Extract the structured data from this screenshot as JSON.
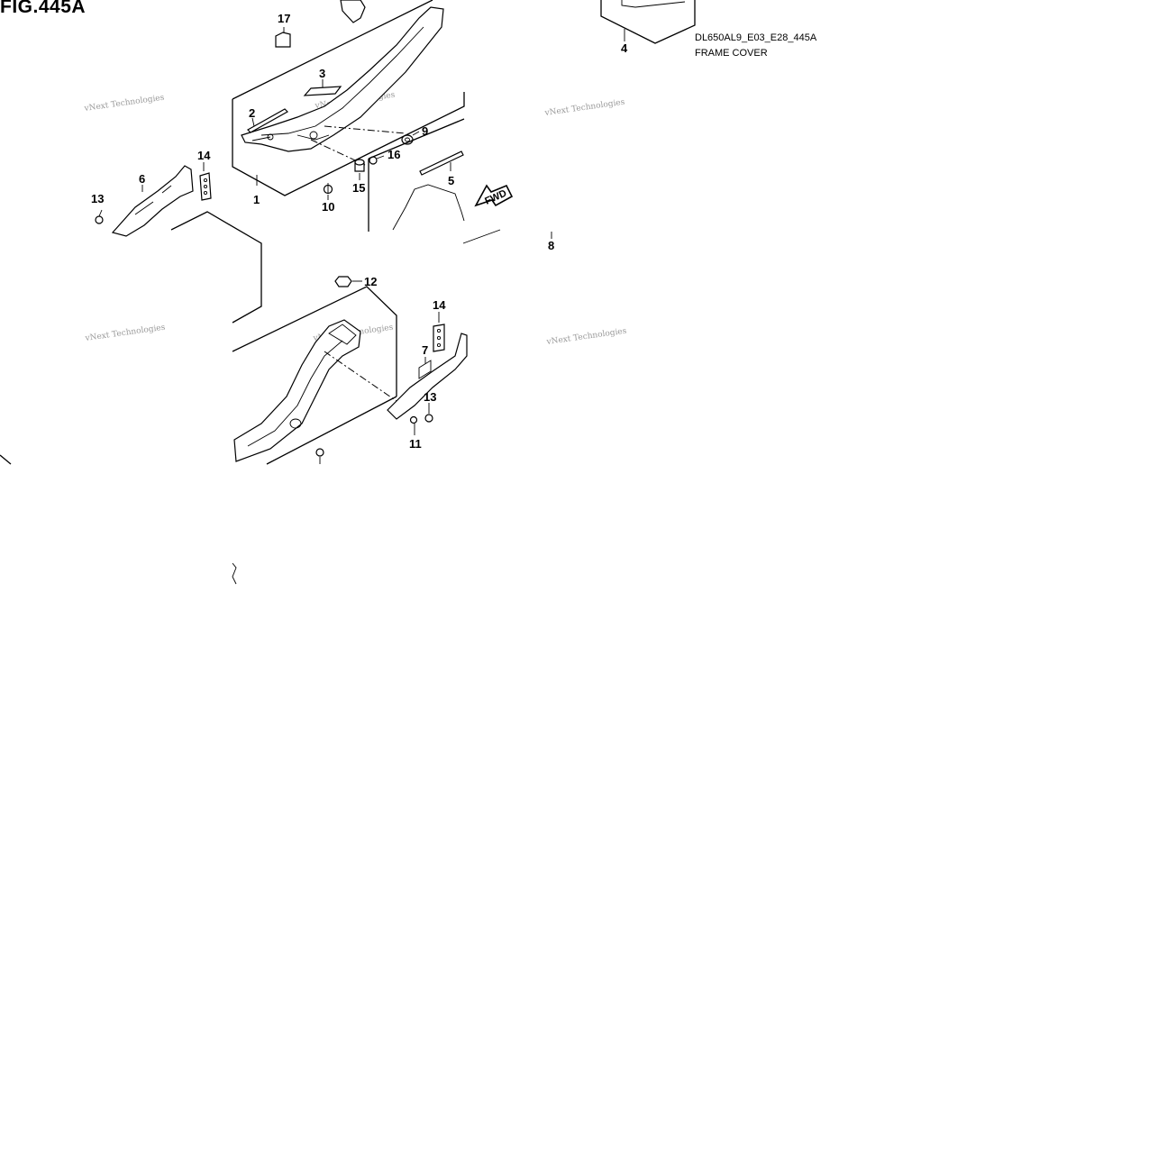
{
  "figure": {
    "title": "FIG.445A",
    "code": "DL650AL9_E03_E28_445A",
    "name": "FRAME COVER"
  },
  "watermark": "vNext Technologies",
  "direction_arrow": "FWD",
  "callouts": [
    "1",
    "2",
    "3",
    "4",
    "5",
    "6",
    "7",
    "8",
    "9",
    "10",
    "11",
    "12",
    "13",
    "13",
    "14",
    "14",
    "15",
    "16",
    "17"
  ]
}
